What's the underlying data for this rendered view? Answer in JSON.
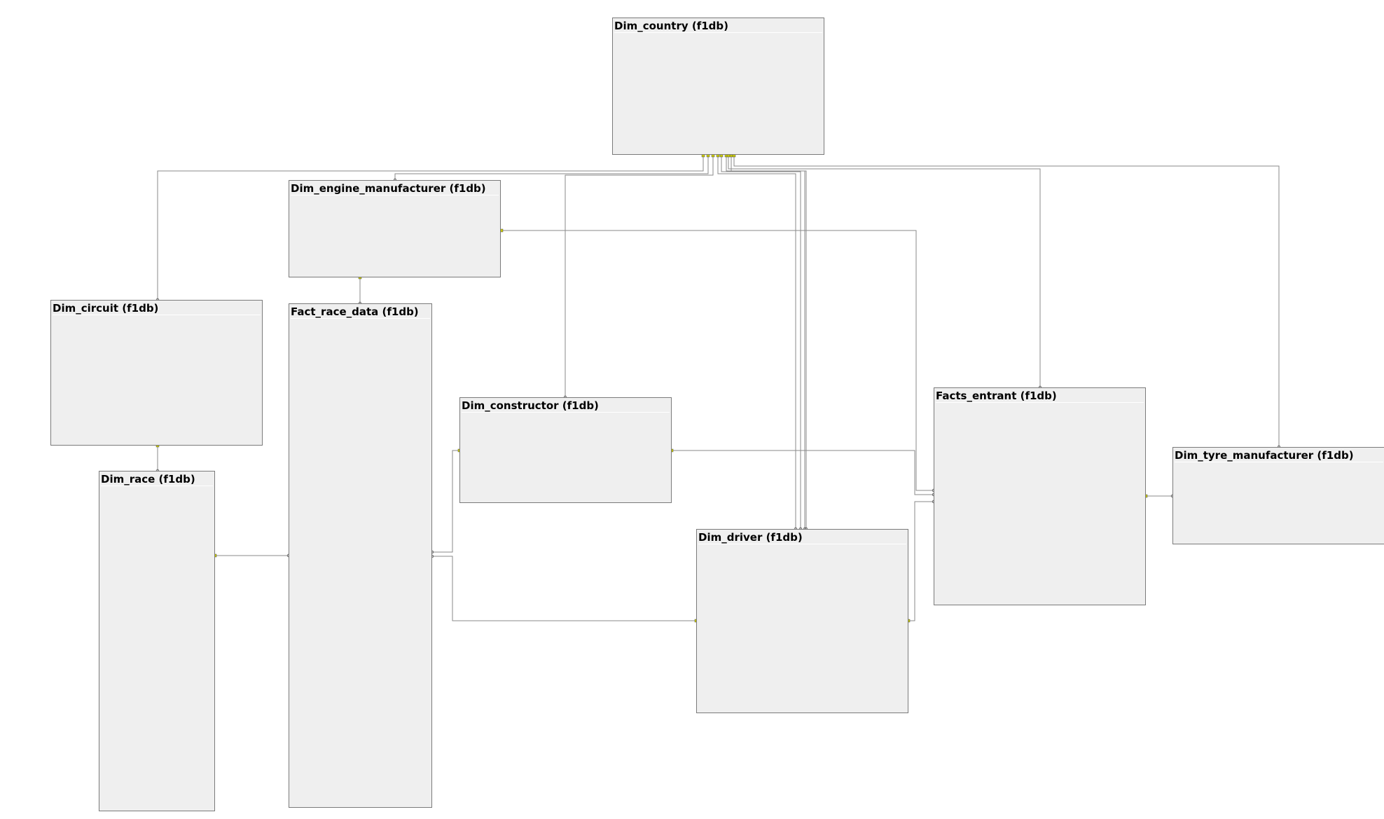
{
  "diagram": {
    "tables": {
      "dim_country": "Dim_country (f1db)",
      "dim_engine_manufacturer": "Dim_engine_manufacturer (f1db)",
      "dim_circuit": "Dim_circuit (f1db)",
      "fact_race_data": "Fact_race_data (f1db)",
      "dim_race": "Dim_race (f1db)",
      "dim_constructor": "Dim_constructor (f1db)",
      "dim_driver": "Dim_driver (f1db)",
      "facts_entrant": "Facts_entrant (f1db)",
      "dim_tyre_manufacturer": "Dim_tyre_manufacturer (f1db)"
    },
    "colors": {
      "canvas": "#ffffff",
      "table_fill": "#efefef",
      "table_border": "#7a7a7a",
      "line": "#8a8a8a",
      "key_endpoint": "#c8c800"
    }
  }
}
